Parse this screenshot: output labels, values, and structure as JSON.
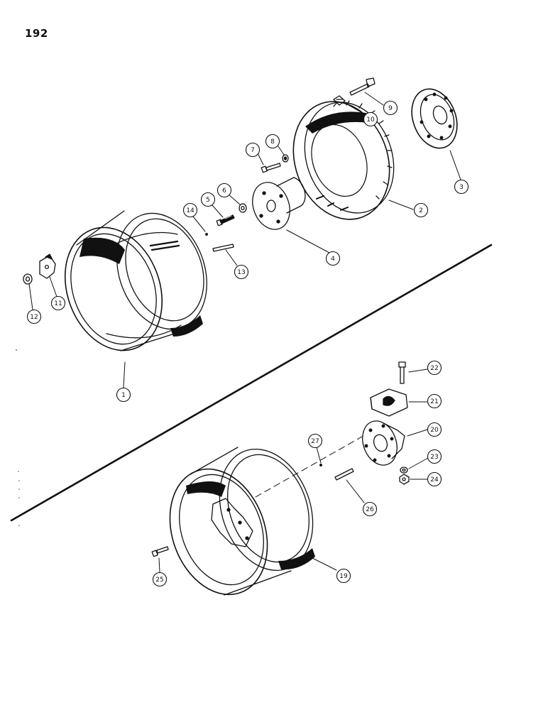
{
  "page": {
    "number": "192"
  },
  "callouts": {
    "c1": "1",
    "c2": "2",
    "c3": "3",
    "c4": "4",
    "c5": "5",
    "c6": "6",
    "c7": "7",
    "c8": "8",
    "c9": "9",
    "c10": "10",
    "c11": "11",
    "c12": "12",
    "c13": "13",
    "c14": "14",
    "c19": "19",
    "c20": "20",
    "c21": "21",
    "c22": "22",
    "c23": "23",
    "c24": "24",
    "c25": "25",
    "c26": "26",
    "c27": "27"
  },
  "colors": {
    "ink": "#111111",
    "paper": "#ffffff"
  }
}
